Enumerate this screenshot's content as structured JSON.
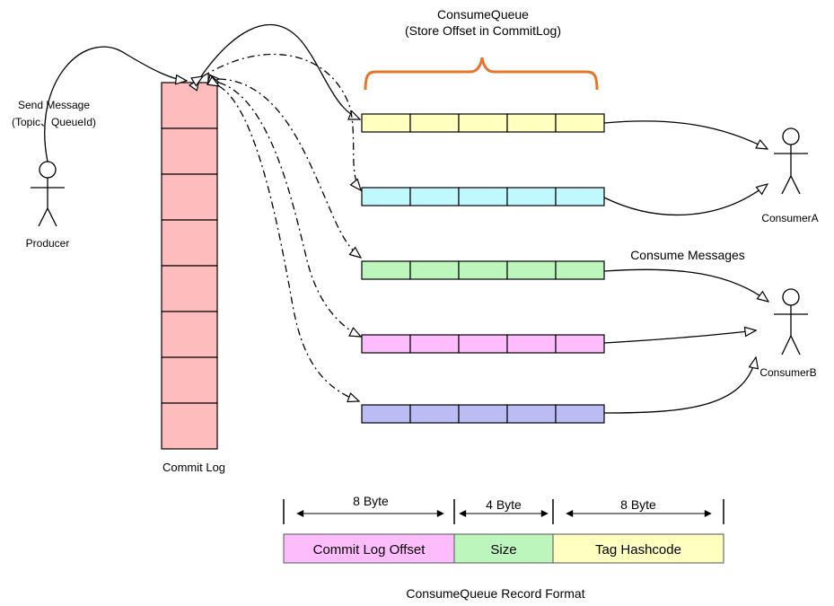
{
  "consume_queue_header": {
    "title": "ConsumeQueue",
    "subtitle": "(Store Offset in CommitLog)"
  },
  "producer": {
    "label": "Producer",
    "send_label_1": "Send Message",
    "send_label_2": "(Topic、QueueId)"
  },
  "commit_log": {
    "label": "Commit Log",
    "cells": 8,
    "color": "#ffbcbc"
  },
  "queues": [
    {
      "color": "#ffffbf",
      "cells": 5
    },
    {
      "color": "#bff8ff",
      "cells": 5
    },
    {
      "color": "#bdf6bd",
      "cells": 5
    },
    {
      "color": "#fdbdfd",
      "cells": 5
    },
    {
      "color": "#bcbcf5",
      "cells": 5
    }
  ],
  "consumers": [
    {
      "label": "ConsumerA"
    },
    {
      "label": "ConsumerB"
    }
  ],
  "consume_messages_label": "Consume Messages",
  "record_format": {
    "caption": "ConsumeQueue Record Format",
    "fields": [
      {
        "label": "Commit Log Offset",
        "size": "8 Byte",
        "color": "#fdbdfd"
      },
      {
        "label": "Size",
        "size": "4 Byte",
        "color": "#bdf6bd"
      },
      {
        "label": "Tag Hashcode",
        "size": "8 Byte",
        "color": "#ffffbf"
      }
    ]
  },
  "colors": {
    "brace": "#e8742a"
  }
}
